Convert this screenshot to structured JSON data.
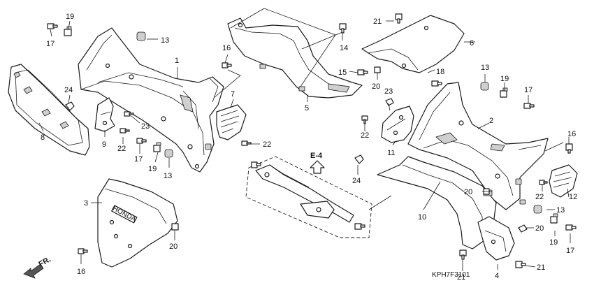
{
  "labels": [
    {
      "text": "19"
    },
    {
      "text": "17"
    },
    {
      "text": "13"
    },
    {
      "text": "1"
    },
    {
      "text": "16"
    },
    {
      "text": "24"
    },
    {
      "text": "8"
    },
    {
      "text": "9"
    },
    {
      "text": "23"
    },
    {
      "text": "22"
    },
    {
      "text": "17"
    },
    {
      "text": "19"
    },
    {
      "text": "13"
    },
    {
      "text": "7"
    },
    {
      "text": "22"
    },
    {
      "text": "3"
    },
    {
      "text": "20"
    },
    {
      "text": "16"
    },
    {
      "text": "14"
    },
    {
      "text": "5"
    },
    {
      "text": "15"
    },
    {
      "text": "20"
    },
    {
      "text": "23"
    },
    {
      "text": "22"
    },
    {
      "text": "11"
    },
    {
      "text": "24"
    },
    {
      "text": "21"
    },
    {
      "text": "6"
    },
    {
      "text": "18"
    },
    {
      "text": "13"
    },
    {
      "text": "19"
    },
    {
      "text": "17"
    },
    {
      "text": "2"
    },
    {
      "text": "16"
    },
    {
      "text": "22"
    },
    {
      "text": "12"
    },
    {
      "text": "20"
    },
    {
      "text": "13"
    },
    {
      "text": "10"
    },
    {
      "text": "20"
    },
    {
      "text": "19"
    },
    {
      "text": "17"
    },
    {
      "text": "21"
    },
    {
      "text": "4"
    },
    {
      "text": "21"
    }
  ],
  "e4_label": "E-4",
  "fr_label": "FR.",
  "diagram_code": "KPH7F3101",
  "honda_mark": "HONDA"
}
